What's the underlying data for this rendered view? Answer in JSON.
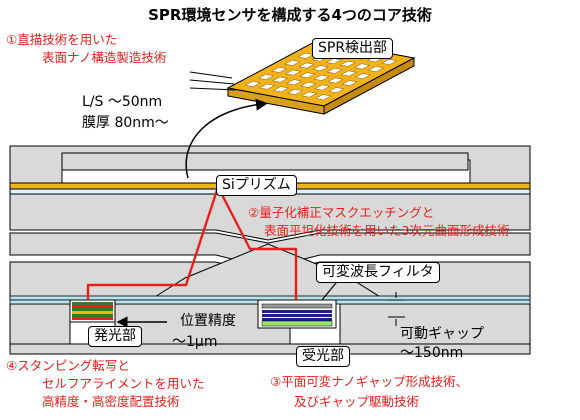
{
  "title": "SPR環境センサを構成する4つのコア技術",
  "tech1": {
    "line1": "①直描技術を用いた",
    "line2": "表面ナノ構造製造技術"
  },
  "tech2": {
    "line1": "②量子化補正マスクエッチングと",
    "line2": "表面平坦化技術を用いた3次元曲面形成技術"
  },
  "tech3": {
    "line1": "③平面可変ナノギャップ形成技術、",
    "line2": "及びギャップ駆動技術"
  },
  "tech4": {
    "line1": "④スタンピング転写と",
    "line2": "セルフアライメントを用いた",
    "line3": "高精度・高密度配置技術"
  },
  "spr_detector": "SPR検出部",
  "ls": "L/S ～50nm",
  "thickness": "膜厚 80nm～",
  "prism": "Siプリズム",
  "filter": "可変波長フィルタ",
  "emitter": "発光部",
  "receiver": "受光部",
  "placement": {
    "line1": "位置精度",
    "line2": "～1μm"
  },
  "gap": {
    "line1": "可動ギャップ",
    "line2": "～150nm"
  },
  "colors": {
    "red": "#e8201b",
    "gold": "#f2b21a",
    "struct": "#d9d9d9",
    "light": "#e0f2fa",
    "teal": "#b6e4ed"
  }
}
